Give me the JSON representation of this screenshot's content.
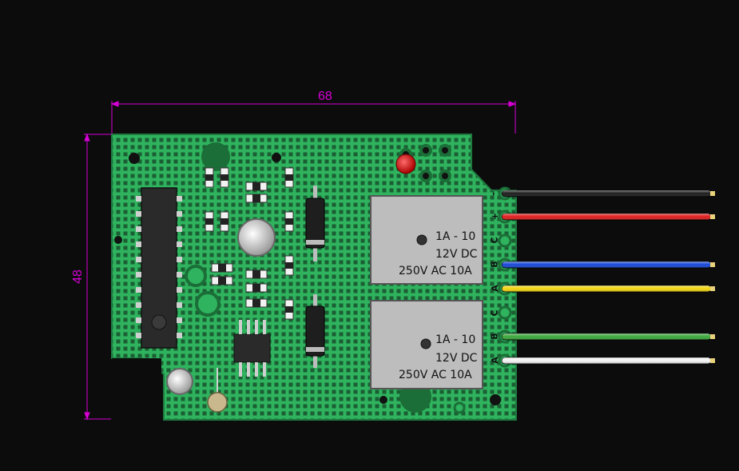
{
  "dimensions": {
    "width": "68",
    "height": "48"
  },
  "colors": {
    "background": "#0c0c0c",
    "pcb": "#2fb35e",
    "pcb_dark": "#1f7a40",
    "dimension": "#d600d6",
    "relay": "#bdbdbd",
    "chip": "#2a2a2a",
    "led": "#d01818"
  },
  "relays": [
    {
      "line1": "1A - 10",
      "line2": "12V DC",
      "line3": "250V AC 10A"
    },
    {
      "line1": "1A - 10",
      "line2": "12V DC",
      "line3": "250V AC 10A"
    }
  ],
  "pin_labels": [
    "-",
    "+",
    "C",
    "B",
    "A",
    "C",
    "B",
    "A"
  ],
  "wires": [
    {
      "color": "#1a1a1a"
    },
    {
      "color": "#e01b1b"
    },
    {
      "color": "#1646d8"
    },
    {
      "color": "#f2d50f"
    },
    {
      "color": "#3aa83a"
    },
    {
      "color": "#f2f2f2"
    }
  ]
}
